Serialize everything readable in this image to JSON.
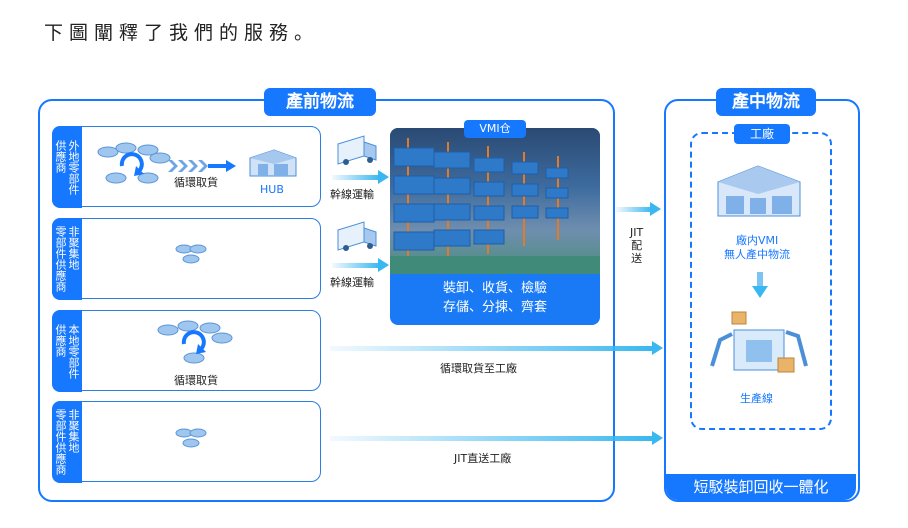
{
  "caption": "下圖闡釋了我們的服務。",
  "pre_panel": {
    "title": "產前物流",
    "rows": [
      {
        "tab": "外地零部件\n供應商",
        "labels": [
          "循環取貨",
          "HUB"
        ],
        "side_label": "幹線運輸"
      },
      {
        "tab": "非聚集地\n零部件供應商",
        "labels": [],
        "side_label": "幹線運輸"
      },
      {
        "tab": "本地零部件\n供應商",
        "labels": [
          "循環取貨"
        ],
        "arrow_label": "循環取貨至工廠"
      },
      {
        "tab": "非聚集地\n零部件供應商",
        "labels": [],
        "arrow_label": "JIT直送工廠"
      }
    ],
    "vmi": {
      "tag": "VMI仓",
      "text_line1": "裝卸、收貨、檢驗",
      "text_line2": "存儲、分揀、齊套"
    },
    "jit_label": "JIT\n配\n送"
  },
  "in_panel": {
    "title": "產中物流",
    "factory_tag": "工廠",
    "warehouse_label_1": "廠内VMI",
    "warehouse_label_2": "無人產中物流",
    "line_label": "生產線",
    "bottom": "短駁裝卸回收一體化"
  },
  "colors": {
    "primary": "#1677ff",
    "arrow": "#38b7f0"
  }
}
